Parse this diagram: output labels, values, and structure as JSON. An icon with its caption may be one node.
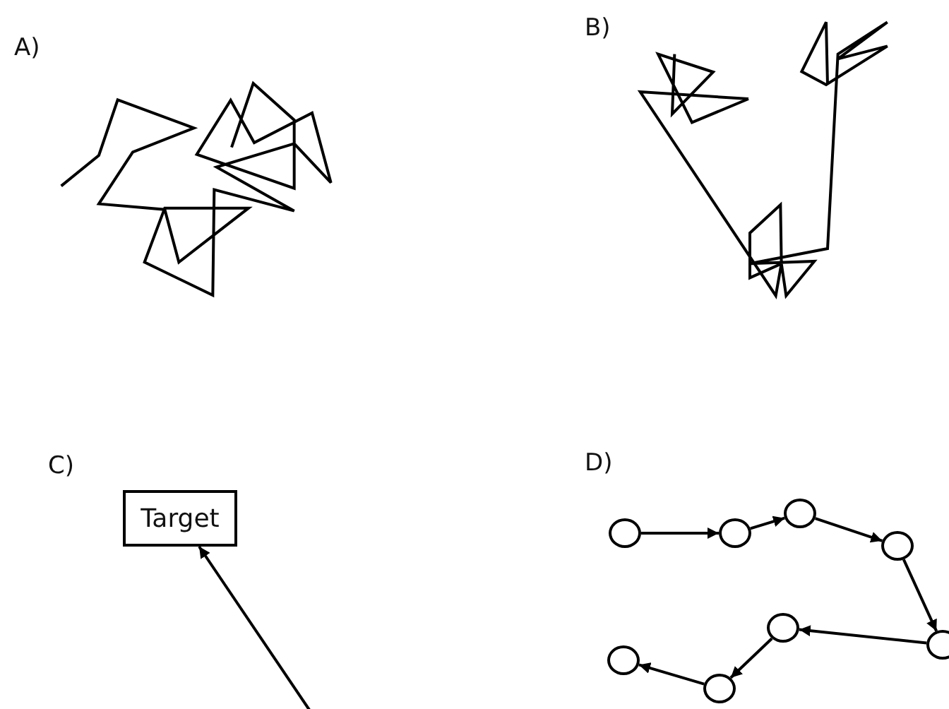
{
  "diagram": {
    "nodes": [
      {
        "text": [
          "Target"
        ]
      },
      {
        "text": [],
        "shape": "circle"
      },
      {
        "text": [],
        "shape": "circle"
      },
      {
        "text": [],
        "shape": "circle"
      },
      {
        "text": [],
        "shape": "circle"
      },
      {
        "text": [],
        "shape": "circle"
      },
      {
        "text": [],
        "shape": "circle"
      },
      {
        "text": [],
        "shape": "circle"
      },
      {
        "text": [],
        "shape": "circle"
      }
    ],
    "edges": [
      {
        "from": null,
        "to": 0,
        "arrow": "to"
      },
      {
        "from": 1,
        "to": 2,
        "arrow": "to"
      },
      {
        "from": 2,
        "to": 3,
        "arrow": "to"
      },
      {
        "from": 3,
        "to": 4,
        "arrow": "to"
      },
      {
        "from": 4,
        "to": 5,
        "arrow": "to"
      },
      {
        "from": 5,
        "to": 6,
        "arrow": "to"
      },
      {
        "from": 6,
        "to": 7,
        "arrow": "to"
      },
      {
        "from": 7,
        "to": 8,
        "arrow": "to"
      }
    ],
    "labels": [
      "A)",
      "B)",
      "C)",
      "D)"
    ]
  }
}
